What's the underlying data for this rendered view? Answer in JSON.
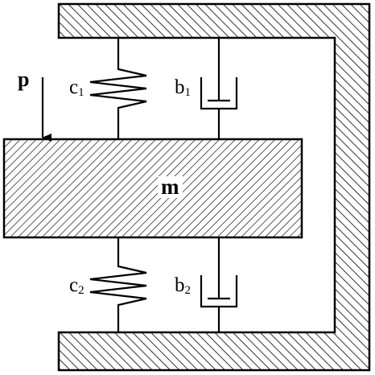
{
  "labels": {
    "force": "p",
    "spring_top": {
      "base": "c",
      "sub": "1"
    },
    "damper_top": {
      "base": "b",
      "sub": "1"
    },
    "mass": "m",
    "spring_bottom": {
      "base": "c",
      "sub": "2"
    },
    "damper_bottom": {
      "base": "b",
      "sub": "2"
    }
  },
  "colors": {
    "stroke": "#000000",
    "background": "#ffffff"
  }
}
